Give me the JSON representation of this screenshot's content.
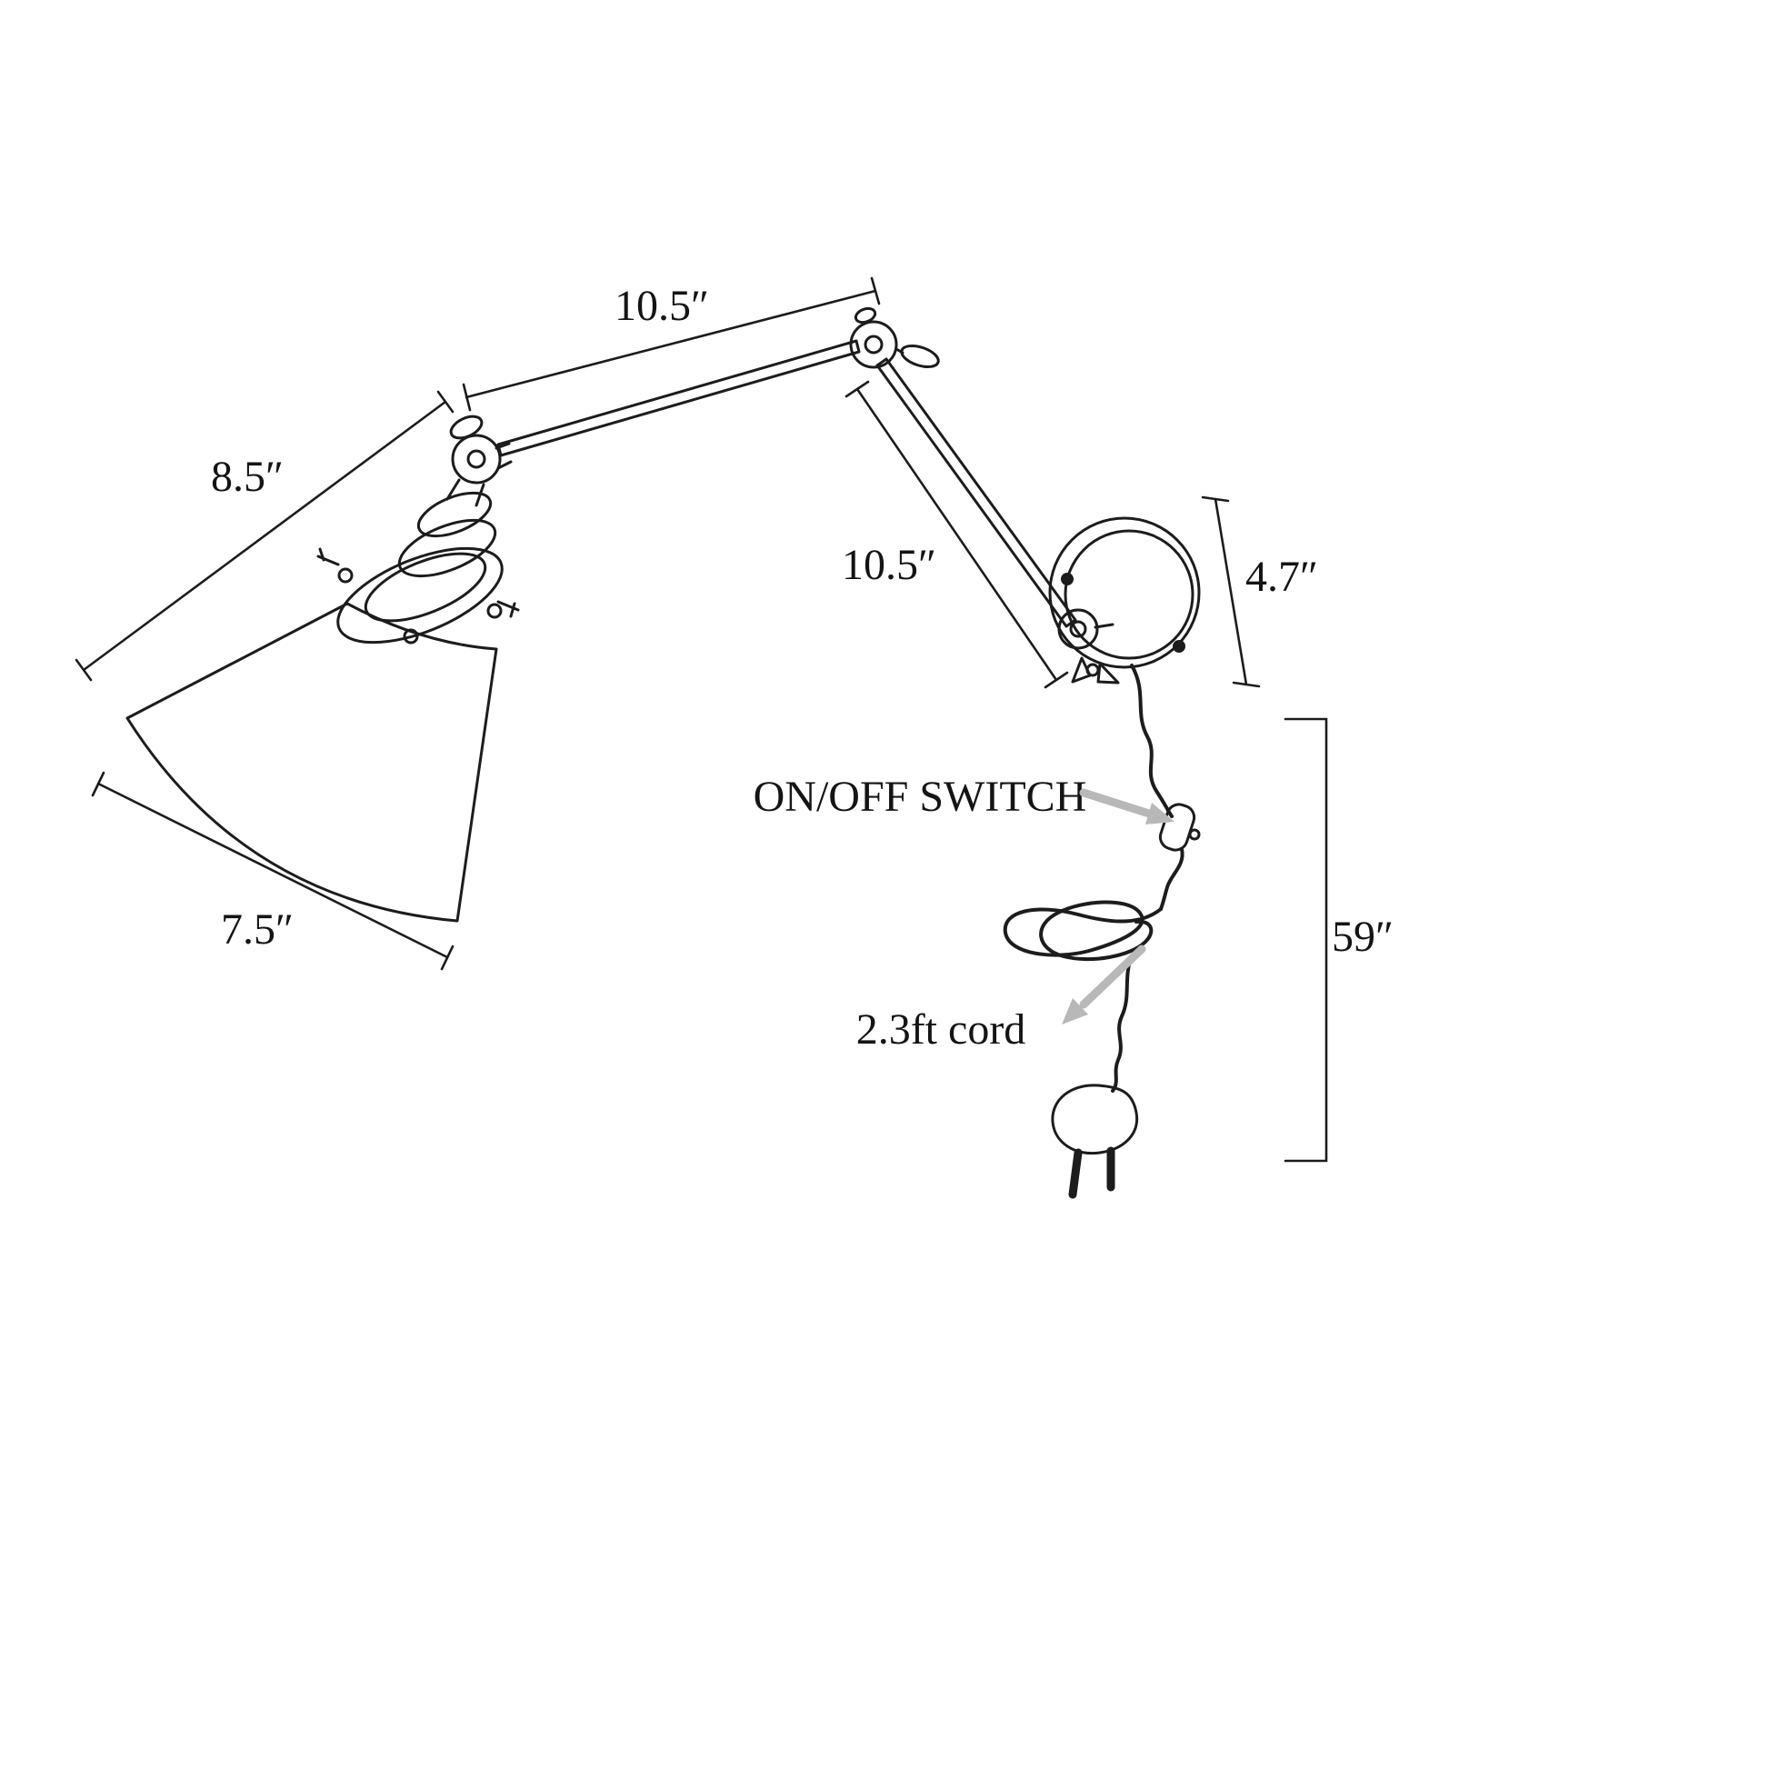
{
  "colors": {
    "background": "#ffffff",
    "line": "#1c1c1c",
    "arrow": "#b8b8b8",
    "text": "#141414"
  },
  "dimensions": {
    "upper_arm": "10.5″",
    "shade_side": "8.5″",
    "lower_arm": "10.5″",
    "wall_plate": "4.7″",
    "shade_width": "7.5″",
    "cord_drop": "59″"
  },
  "annotations": {
    "switch_label": "ON/OFF SWITCH",
    "cord_label": "2.3ft cord"
  }
}
